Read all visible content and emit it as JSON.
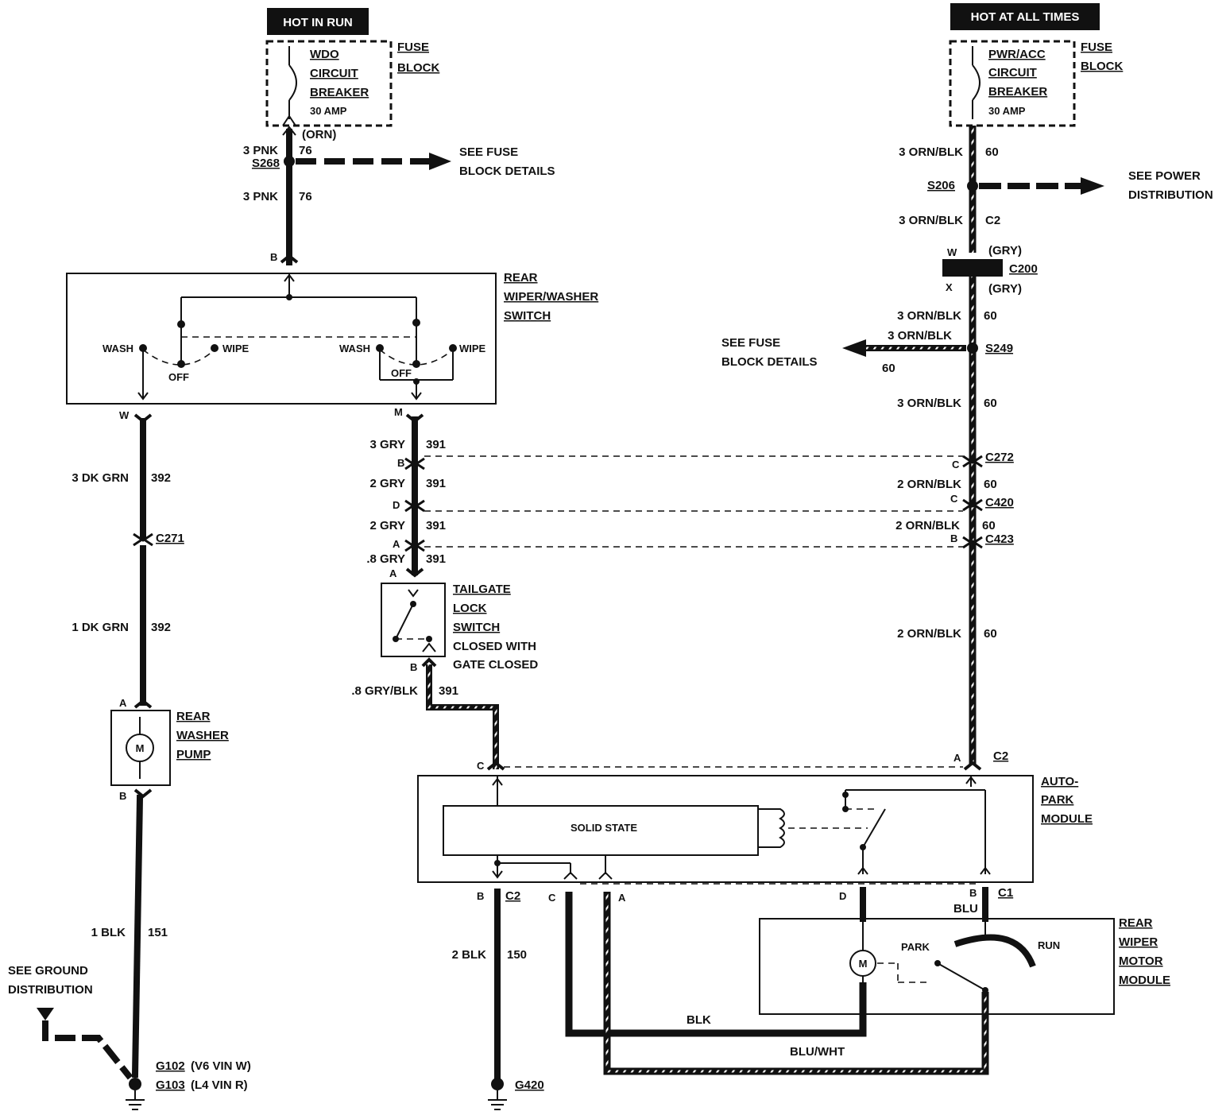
{
  "hot_in_run": "HOT IN RUN",
  "hot_at_all_times": "HOT AT ALL TIMES",
  "fuse_block_left": {
    "l1": "FUSE",
    "l2": "BLOCK"
  },
  "fuse_block_right": {
    "l1": "FUSE",
    "l2": "BLOCK"
  },
  "wdo_breaker": {
    "l1": "WDO",
    "l2": "CIRCUIT",
    "l3": "BREAKER",
    "l4": "30 AMP"
  },
  "pwr_breaker": {
    "l1": "PWR/ACC",
    "l2": "CIRCUIT",
    "l3": "BREAKER",
    "l4": "30 AMP"
  },
  "left_feed": {
    "orn": "(ORN)",
    "w1": "3 PNK",
    "c1": "76",
    "splice": "S268",
    "w2": "3 PNK",
    "c2": "76",
    "pin_b": "B",
    "see": {
      "l1": "SEE FUSE",
      "l2": "BLOCK DETAILS"
    }
  },
  "right_feed": {
    "w1": "3 ORN/BLK",
    "c1": "60",
    "splice1": "S206",
    "see_power": {
      "l1": "SEE POWER",
      "l2": "DISTRIBUTION"
    },
    "w2": "3 ORN/BLK",
    "c2": "C2",
    "pin_w": "W",
    "gry1": "(GRY)",
    "conn": "C200",
    "pin_x": "X",
    "gry2": "(GRY)",
    "w3": "3 ORN/BLK",
    "c3": "60",
    "w3b": "3 ORN/BLK",
    "c3b": "60",
    "splice2": "S249",
    "see_fuse": {
      "l1": "SEE FUSE",
      "l2": "BLOCK DETAILS"
    },
    "w4": "3 ORN/BLK",
    "c4": "60",
    "c272_pin": "C",
    "c272": "C272",
    "w5": "2 ORN/BLK",
    "c5": "60",
    "c420_pin": "C",
    "c420": "C420",
    "w6": "2 ORN/BLK",
    "c6": "60",
    "c423_pin": "B",
    "c423": "C423",
    "w7": "2 ORN/BLK",
    "c7": "60",
    "pin_a": "A"
  },
  "switch": {
    "title": {
      "l1": "REAR",
      "l2": "WIPER/WASHER",
      "l3": "SWITCH"
    },
    "wash1": "WASH",
    "wipe1": "WIPE",
    "off1": "OFF",
    "wash2": "WASH",
    "wipe2": "WIPE",
    "off2": "OFF",
    "pin_w": "W",
    "pin_m": "M"
  },
  "washer_circuit": {
    "w1": "3 DK GRN",
    "c1": "392",
    "conn": "C271",
    "w2": "1 DK GRN",
    "c2": "392",
    "pin_a": "A",
    "pin_b": "B",
    "pump": {
      "l1": "REAR",
      "l2": "WASHER",
      "l3": "PUMP",
      "m": "M"
    },
    "w3": "1 BLK",
    "c3": "151",
    "see_ground": {
      "l1": "SEE GROUND",
      "l2": "DISTRIBUTION"
    },
    "g1": "G102",
    "g1_note": "(V6 VIN W)",
    "g2": "G103",
    "g2_note": "(L4 VIN R)"
  },
  "gry_circuit": {
    "w1": "3 GRY",
    "c1": "391",
    "p1": "B",
    "w2": "2 GRY",
    "c2": "391",
    "p2": "D",
    "w3": "2 GRY",
    "c3": "391",
    "p3": "A",
    "w4": ".8 GRY",
    "c4": "391",
    "p4": "A",
    "tailgate": {
      "l1": "TAILGATE",
      "l2": "LOCK",
      "l3": "SWITCH",
      "l4": "CLOSED WITH",
      "l5": "GATE CLOSED"
    },
    "p5": "B",
    "w5": ".8 GRY/BLK",
    "c5": "391",
    "pin_c": "C"
  },
  "autopark": {
    "title": {
      "l1": "AUTO-",
      "l2": "PARK",
      "l3": "MODULE"
    },
    "solid_state": "SOLID STATE",
    "pin_b": "B",
    "c2": "C2",
    "pin_c": "C",
    "pin_a": "A",
    "pin_d": "D",
    "pin_b2": "B",
    "c1": "C1"
  },
  "ground2": {
    "w": "2 BLK",
    "c": "150",
    "g": "G420"
  },
  "motor": {
    "title": {
      "l1": "REAR",
      "l2": "WIPER",
      "l3": "MOTOR",
      "l4": "MODULE"
    },
    "park": "PARK",
    "run": "RUN",
    "m": "M",
    "blu": "BLU",
    "blk": "BLK",
    "blu_wht": "BLU/WHT"
  }
}
